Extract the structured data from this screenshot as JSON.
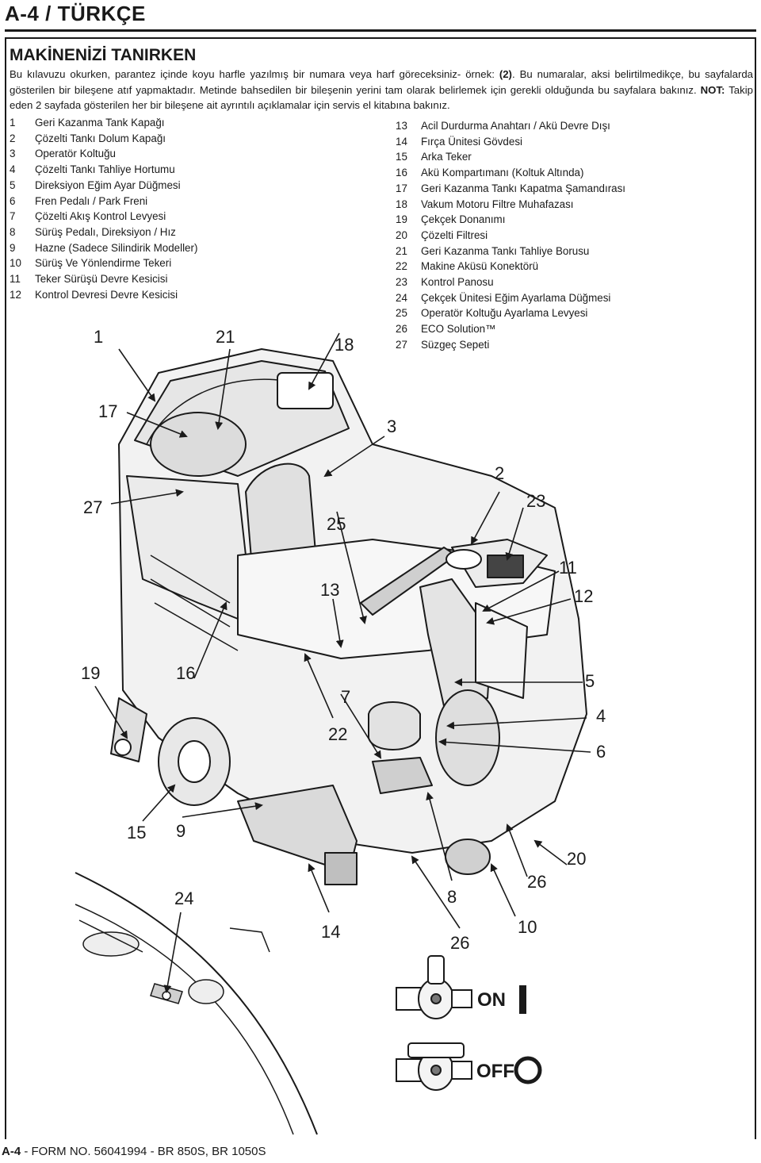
{
  "header": {
    "title": "A-4 / TÜRKÇE"
  },
  "section": {
    "title": "MAKİNENİZİ TANIRKEN",
    "intro_1": "Bu kılavuzu okurken, parantez içinde koyu harfle yazılmış bir numara veya harf göreceksiniz- örnek: ",
    "intro_bold": "(2)",
    "intro_2": ". Bu numaralar, aksi belirtilmedikçe, bu sayfalarda gösterilen bir bileşene atıf yapmaktadır. Metinde bahsedilen bir bileşenin yerini tam olarak belirlemek için gerekli olduğunda bu sayfalara bakınız. ",
    "note_label": "NOT:",
    "intro_3": " Takip eden 2 sayfada gösterilen her bir bileşene ait ayrıntılı açıklamalar için servis el kitabına bakınız."
  },
  "components_left": [
    {
      "num": "1",
      "label": "Geri Kazanma Tank Kapağı"
    },
    {
      "num": "2",
      "label": "Çözelti Tankı Dolum Kapağı"
    },
    {
      "num": "3",
      "label": "Operatör Koltuğu"
    },
    {
      "num": "4",
      "label": "Çözelti Tankı Tahliye Hortumu"
    },
    {
      "num": "5",
      "label": "Direksiyon Eğim Ayar Düğmesi"
    },
    {
      "num": "6",
      "label": "Fren Pedalı / Park Freni"
    },
    {
      "num": "7",
      "label": "Çözelti Akış Kontrol Levyesi"
    },
    {
      "num": "8",
      "label": "Sürüş Pedalı, Direksiyon / Hız"
    },
    {
      "num": "9",
      "label": "Hazne (Sadece Silindirik Modeller)"
    },
    {
      "num": "10",
      "label": "Sürüş Ve Yönlendirme Tekeri"
    },
    {
      "num": "11",
      "label": "Teker Sürüşü Devre Kesicisi"
    },
    {
      "num": "12",
      "label": "Kontrol Devresi Devre Kesicisi"
    }
  ],
  "components_right": [
    {
      "num": "13",
      "label": "Acil Durdurma Anahtarı / Akü Devre Dışı"
    },
    {
      "num": "14",
      "label": "Fırça Ünitesi Gövdesi"
    },
    {
      "num": "15",
      "label": "Arka Teker"
    },
    {
      "num": "16",
      "label": "Akü Kompartımanı (Koltuk Altında)"
    },
    {
      "num": "17",
      "label": "Geri Kazanma Tankı Kapatma Şamandırası"
    },
    {
      "num": "18",
      "label": "Vakum Motoru Filtre Muhafazası"
    },
    {
      "num": "19",
      "label": "Çekçek Donanımı"
    },
    {
      "num": "20",
      "label": "Çözelti Filtresi"
    },
    {
      "num": "21",
      "label": "Geri Kazanma Tankı Tahliye Borusu"
    },
    {
      "num": "22",
      "label": "Makine Aküsü Konektörü"
    },
    {
      "num": "23",
      "label": "Kontrol Panosu"
    },
    {
      "num": "24",
      "label": "Çekçek Ünitesi Eğim Ayarlama Düğmesi"
    },
    {
      "num": "25",
      "label": "Operatör Koltuğu Ayarlama Levyesi"
    },
    {
      "num": "26",
      "label": "ECO Solution™"
    },
    {
      "num": "27",
      "label": "Süzgeç Sepeti"
    }
  ],
  "callouts": {
    "c1": "1",
    "c21": "21",
    "c18": "18",
    "c17": "17",
    "c3": "3",
    "c2": "2",
    "c27": "27",
    "c23": "23",
    "c25": "25",
    "c11": "11",
    "c13": "13",
    "c12": "12",
    "c19": "19",
    "c16": "16",
    "c5": "5",
    "c7": "7",
    "c4": "4",
    "c22": "22",
    "c6": "6",
    "c15": "15",
    "c9": "9",
    "c20": "20",
    "c26a": "26",
    "c24": "24",
    "c8": "8",
    "c10": "10",
    "c14": "14",
    "c26b": "26"
  },
  "valve": {
    "on_label": "ON",
    "off_label": "OFF"
  },
  "footer": {
    "page_ref": "A-4",
    "form_text": " - FORM NO. 56041994 - BR 850S, BR 1050S"
  }
}
